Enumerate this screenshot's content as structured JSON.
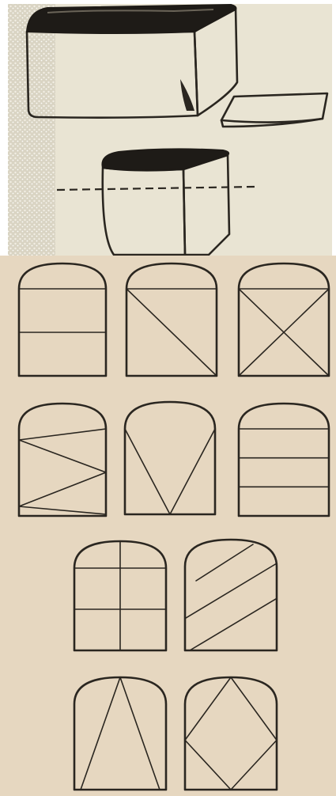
{
  "colors": {
    "paper_top": "#e9e4d3",
    "paper_bottom": "#e6d7c0",
    "ink": "#2a2620",
    "crust_dark": "#1e1b17",
    "speckle": "#f3f0e6"
  },
  "illustration": {
    "loaf_whole": "bread-loaf-whole",
    "loose_slice": "bread-slice",
    "loaf_cut": "bread-loaf-cut-with-dashed-line"
  },
  "cut_patterns": [
    {
      "name": "two-horizontal-halves"
    },
    {
      "name": "single-diagonal"
    },
    {
      "name": "double-diagonal-x"
    },
    {
      "name": "zigzag-three-lines"
    },
    {
      "name": "v-shape-from-top"
    },
    {
      "name": "three-horizontal-strips"
    },
    {
      "name": "four-quadrants"
    },
    {
      "name": "parallel-diagonal-strips"
    },
    {
      "name": "triangle-from-apex"
    },
    {
      "name": "diamond-inscribed"
    }
  ]
}
